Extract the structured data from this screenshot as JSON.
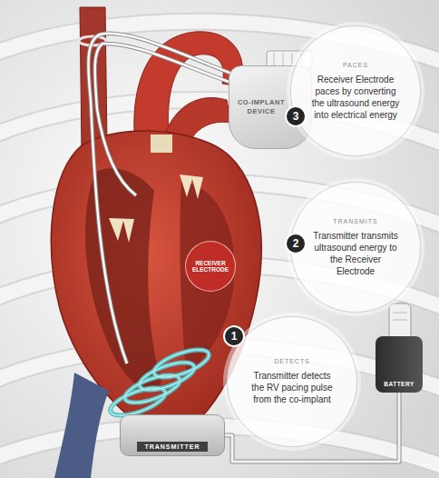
{
  "diagram": {
    "nodes": [
      {
        "text": [
          "CO-IMPLANT DEVICE"
        ]
      },
      {
        "text": [
          "PACES",
          "Receiver Electrode paces by converting the ultrasound energy into electrical energy"
        ]
      },
      {
        "text": [
          "3"
        ]
      },
      {
        "text": [
          "RECEIVER ELECTRODE"
        ]
      },
      {
        "text": [
          "TRANSMITS",
          "Transmitter transmits ultrasound energy to the Receiver Electrode"
        ]
      },
      {
        "text": [
          "2"
        ]
      },
      {
        "text": [
          "DETECTS",
          "Transmitter detects the RV pacing pulse from the co-implant"
        ]
      },
      {
        "text": [
          "1"
        ]
      },
      {
        "text": [
          "BATTERY"
        ]
      },
      {
        "text": [
          "TRANSMITTER"
        ]
      }
    ],
    "edges": [
      {
        "from": 9,
        "to": 8,
        "arrow": "none"
      }
    ]
  }
}
